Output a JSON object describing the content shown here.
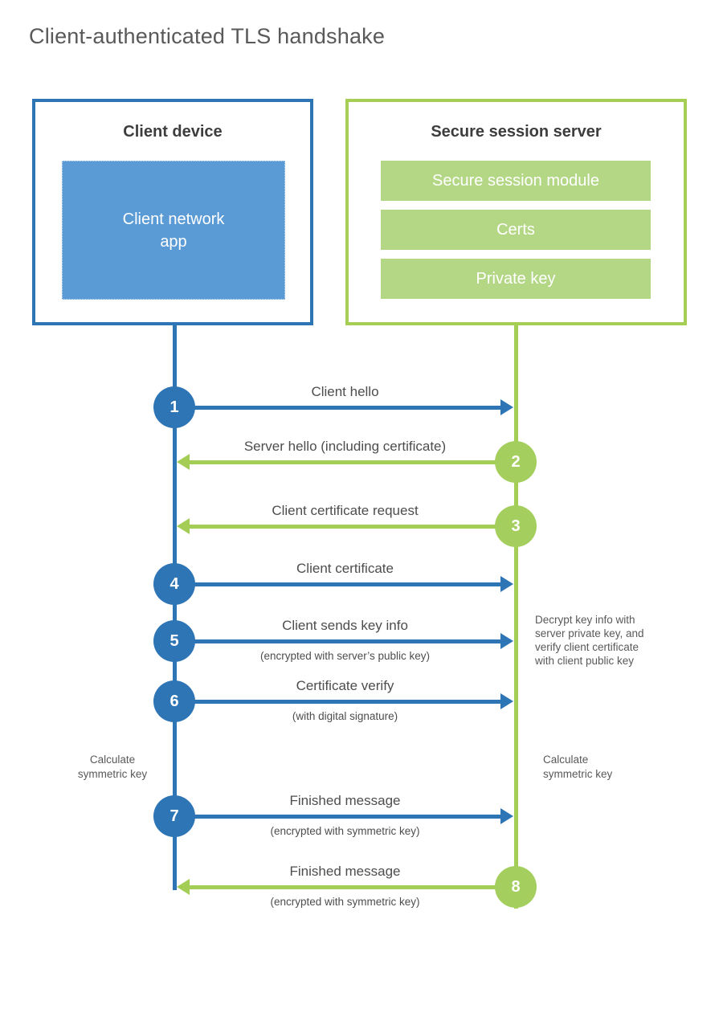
{
  "title": "Client-authenticated TLS handshake",
  "client": {
    "heading": "Client device",
    "app_label": "Client network\napp"
  },
  "server": {
    "heading": "Secure session server",
    "modules": [
      "Secure session module",
      "Certs",
      "Private key"
    ]
  },
  "messages": [
    {
      "num": "1",
      "label": "Client hello",
      "from": "client",
      "direction": "right"
    },
    {
      "num": "2",
      "label": "Server hello (including certificate)",
      "from": "server",
      "direction": "left"
    },
    {
      "num": "3",
      "label": "Client certificate request",
      "from": "server",
      "direction": "left"
    },
    {
      "num": "4",
      "label": "Client certificate",
      "from": "client",
      "direction": "right"
    },
    {
      "num": "5",
      "label": "Client sends key info",
      "sub": "(encrypted with server’s public key)",
      "from": "client",
      "direction": "right"
    },
    {
      "num": "6",
      "label": "Certificate verify",
      "sub": "(with digital signature)",
      "from": "client",
      "direction": "right"
    },
    {
      "num": "7",
      "label": "Finished message",
      "sub": "(encrypted with symmetric key)",
      "from": "client",
      "direction": "right"
    },
    {
      "num": "8",
      "label": "Finished message",
      "sub": "(encrypted with symmetric key)",
      "from": "server",
      "direction": "left"
    }
  ],
  "annotations": {
    "decrypt_note": "Decrypt key info with\nserver private key, and\nverify client certificate\nwith client public key",
    "calc_left": "Calculate\nsymmetric key",
    "calc_right": "Calculate\nsymmetric key"
  },
  "colors": {
    "blue_line": "#2e75b6",
    "blue_fill": "#5b9bd5",
    "green_line": "#a3cd55",
    "green_fill": "#b4d786",
    "text_gray": "#4d4d4d",
    "title_gray": "#595959"
  }
}
